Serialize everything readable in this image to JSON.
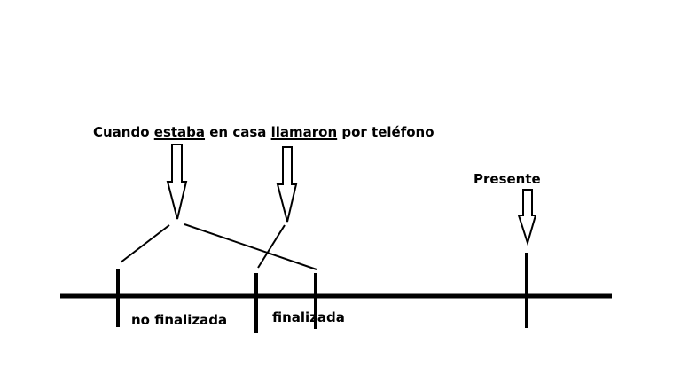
{
  "sentence": {
    "part1": "Cuando ",
    "verb1": "estaba",
    "part2": " en casa ",
    "verb2": "llamaron",
    "part3": " por teléfono"
  },
  "labels": {
    "present": "Presente",
    "unfinished": "no finalizada",
    "finished": "finalizada"
  },
  "colors": {
    "ink": "#000000",
    "background": "#ffffff"
  }
}
